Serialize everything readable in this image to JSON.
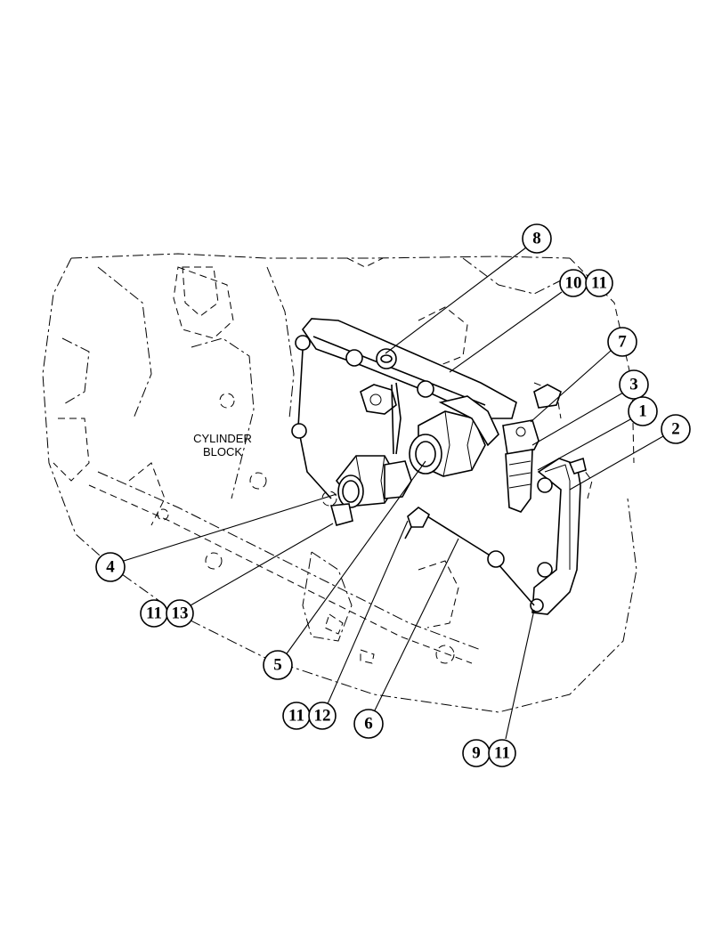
{
  "block_label": {
    "line1": "CYLINDER",
    "line2": "BLOCK"
  },
  "callouts": {
    "c1": "1",
    "c2": "2",
    "c3": "3",
    "c4": "4",
    "c5": "5",
    "c6": "6",
    "c7": "7",
    "c8": "8",
    "c9_11": [
      "9",
      "11"
    ],
    "c10_11": [
      "10",
      "11"
    ],
    "c11_12": [
      "11",
      "12"
    ],
    "c11_13": [
      "11",
      "13"
    ]
  }
}
